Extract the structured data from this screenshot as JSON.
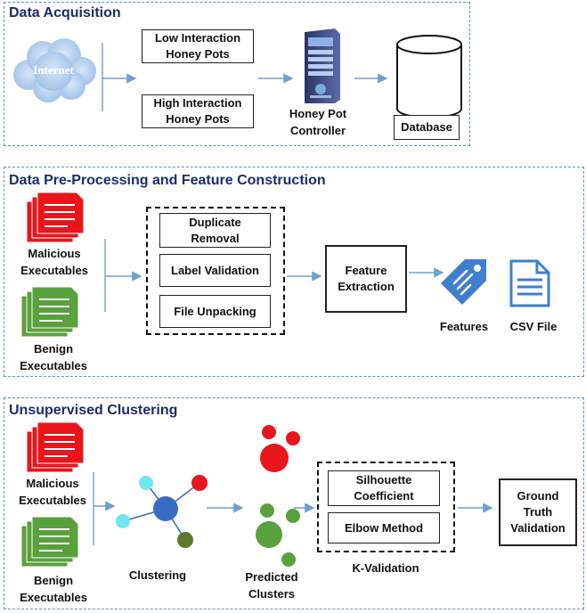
{
  "colors": {
    "panel_border": "#5b8fc6",
    "title": "#1b2e6b",
    "arrow": "#6fa0d2",
    "malicious": "#e8151b",
    "benign": "#59a13c",
    "cluster_center": "#3a6bc4",
    "cyan": "#6fe6f0",
    "olive": "#5e7a2e"
  },
  "acquisition": {
    "title": "Data Acquisition",
    "internet_label": "Internet",
    "low_box": "Low Interaction\nHoney Pots",
    "high_box": "High Interaction\nHoney Pots",
    "controller_label": "Honey Pot\nController",
    "database_label": "Database",
    "icons": [
      "cloud-icon",
      "server-icon",
      "database-icon"
    ]
  },
  "preprocessing": {
    "title": "Data Pre-Processing and Feature Construction",
    "malicious_label": "Malicious\nExecutables",
    "benign_label": "Benign\nExecutables",
    "duplicate_box": "Duplicate\nRemoval",
    "label_box": "Label Validation",
    "unpack_box": "File Unpacking",
    "feature_box": "Feature\nExtraction",
    "features_label": "Features",
    "csv_label": "CSV File",
    "icons": [
      "document-stack-icon",
      "tag-icon",
      "file-icon"
    ]
  },
  "clustering": {
    "title": "Unsupervised Clustering",
    "malicious_label": "Malicious\nExecutables",
    "benign_label": "Benign\nExecutables",
    "clustering_label": "Clustering",
    "predicted_label": "Predicted\nClusters",
    "silhouette_box": "Silhouette\nCoefficient",
    "elbow_box": "Elbow Method",
    "kvalidation_label": "K-Validation",
    "ground_truth_box": "Ground\nTruth\nValidation",
    "icons": [
      "cluster-network-icon",
      "cluster-dots-icon"
    ]
  }
}
